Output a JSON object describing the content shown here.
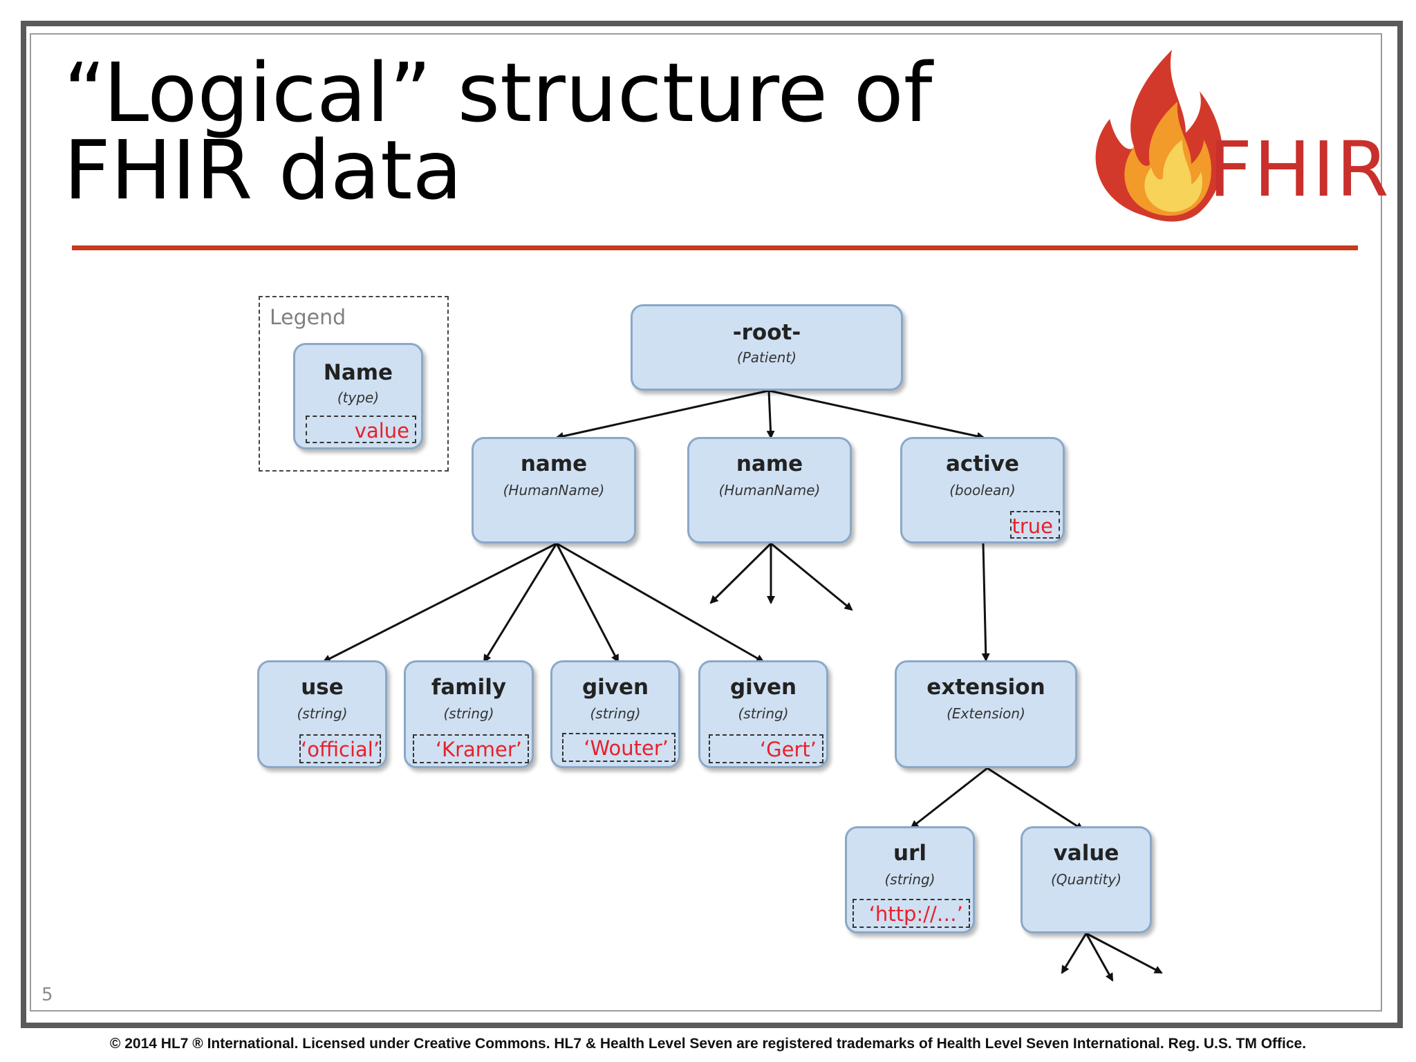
{
  "title": "“Logical” structure of\nFHIR data",
  "logo": {
    "text": "FHIR",
    "colors": {
      "text": "#c9302c",
      "flame_outer": "#d2392a",
      "flame_inner": "#f6a623"
    }
  },
  "slide_number": "5",
  "footer": "© 2014 HL7 ® International. Licensed under Creative Commons. HL7 & Health Level Seven are registered trademarks of Health Level Seven International. Reg. U.S. TM Office.",
  "legend": {
    "label": "Legend",
    "node": {
      "name": "Name",
      "type": "(type)",
      "value": "value"
    }
  },
  "nodes": {
    "root": {
      "name": "-root-",
      "type": "(Patient)"
    },
    "name1": {
      "name": "name",
      "type": "(HumanName)"
    },
    "name2": {
      "name": "name",
      "type": "(HumanName)"
    },
    "active": {
      "name": "active",
      "type": "(boolean)",
      "value": "true"
    },
    "use": {
      "name": "use",
      "type": "(string)",
      "value": "‘official’"
    },
    "family": {
      "name": "family",
      "type": "(string)",
      "value": "‘Kramer’"
    },
    "given1": {
      "name": "given",
      "type": "(string)",
      "value": "‘Wouter’"
    },
    "given2": {
      "name": "given",
      "type": "(string)",
      "value": "‘Gert’"
    },
    "extension": {
      "name": "extension",
      "type": "(Extension)"
    },
    "url": {
      "name": "url",
      "type": "(string)",
      "value": "‘http://…’"
    },
    "value": {
      "name": "value",
      "type": "(Quantity)"
    }
  },
  "colors": {
    "node_fill": "#cfe0f2",
    "node_border": "#8aa8c8",
    "value_text": "#e8202a",
    "rule": "#c8391e"
  }
}
